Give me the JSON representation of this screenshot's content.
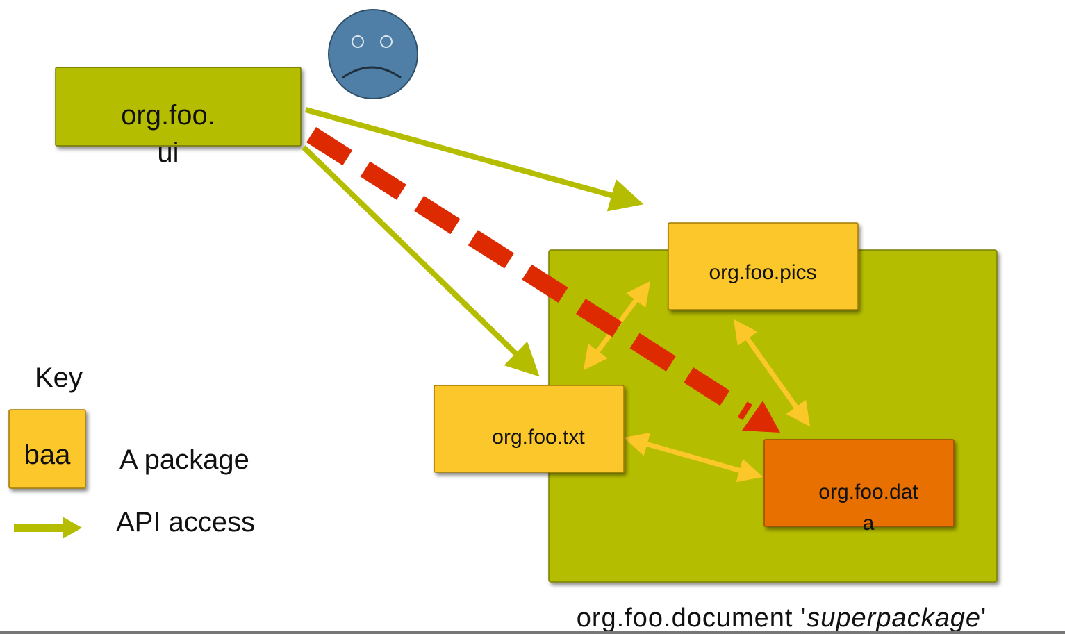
{
  "superpackage": {
    "caption_prefix": "org.foo.document '",
    "caption_emphasis": "superpackage",
    "caption_suffix": "'",
    "color": "#b5bd00"
  },
  "packages": {
    "ui": {
      "line1": "org.foo.",
      "line2": "ui",
      "color": "#b5bd00"
    },
    "pics": {
      "label": "org.foo.pics",
      "color": "#fcc729"
    },
    "txt": {
      "label": "org.foo.txt",
      "color": "#fcc729"
    },
    "data": {
      "line1": "org.foo.dat",
      "line2": "a",
      "color": "#e87000"
    }
  },
  "face": {
    "name": "sad-face-icon",
    "color": "#4f7fa6"
  },
  "legend": {
    "title": "Key",
    "package_sample": "baa",
    "package_desc": "A package",
    "api_desc": "API access"
  },
  "colors": {
    "api_arrow": "#b5bd00",
    "internal_arrow": "#fcc729",
    "violation_arrow": "#dd2a00",
    "bottom_rule": "#777777"
  }
}
